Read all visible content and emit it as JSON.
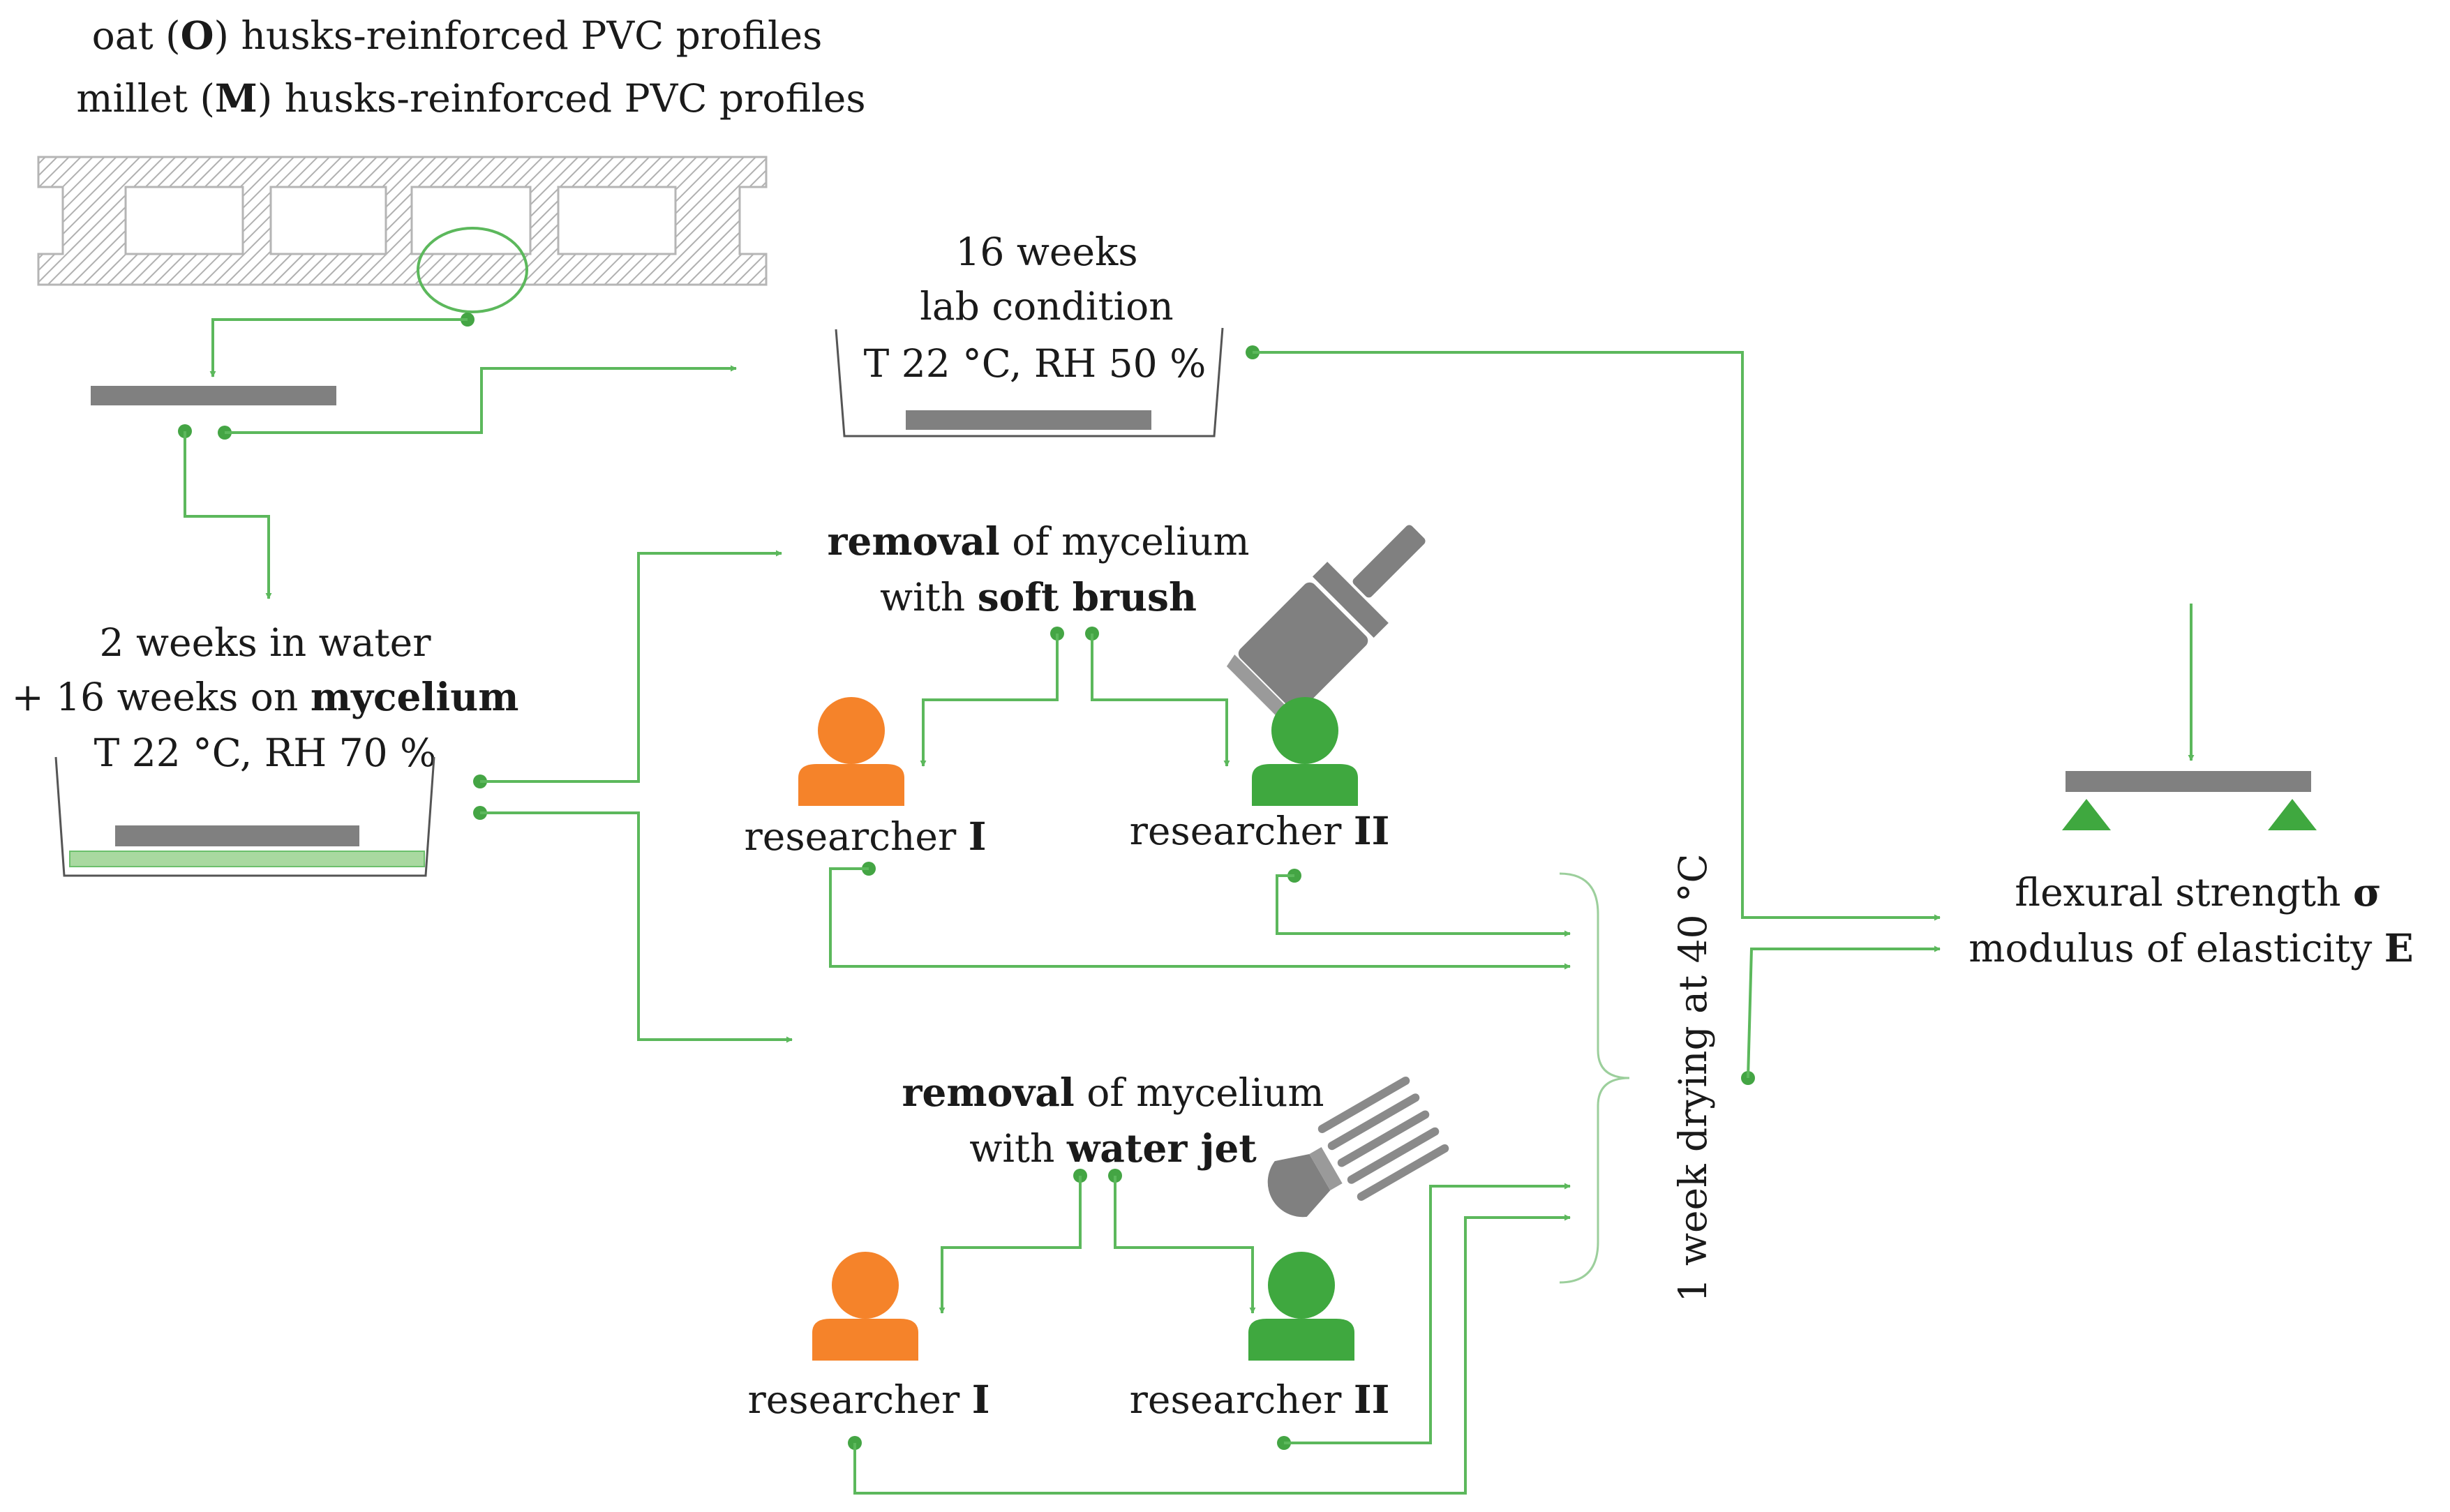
{
  "title": {
    "line1": {
      "a": "oat (",
      "bold": "O",
      "b": ") husks-reinforced PVC profiles"
    },
    "line2": {
      "a": "millet (",
      "bold": "M",
      "b": ") husks-reinforced PVC profiles"
    }
  },
  "lab": {
    "line1": "16 weeks",
    "line2": "lab condition",
    "line3": "T 22 °C, RH 50 %"
  },
  "mycelium": {
    "line1": "2 weeks in water",
    "line2_a": "+ 16 weeks on ",
    "line2_bold": "mycelium",
    "line3": "T 22 °C, RH 70 %"
  },
  "brush": {
    "line1_bold": "removal",
    "line1_b": " of mycelium",
    "line2_a": "with ",
    "line2_bold": "soft brush"
  },
  "waterjet": {
    "line1_bold": "removal",
    "line1_b": " of mycelium",
    "line2_a": "with ",
    "line2_bold": "water jet"
  },
  "researchers": {
    "prefix": "researcher ",
    "one": "I",
    "two": "II"
  },
  "drying": "1 week drying at 40 °C",
  "result": {
    "line1_a": "flexural strength ",
    "line1_bold": "σ",
    "line2_a": "modulus of elasticity ",
    "line2_bold": "E"
  },
  "colors": {
    "flow": "#5cb85c",
    "researcher_one": "#f5832a",
    "researcher_two": "#3fa83f",
    "specimen": "#808080",
    "mycelium_layer": "#a9d9a0"
  },
  "icons": [
    "profile-cross-section",
    "specimen-bar",
    "tray",
    "paint-brush-icon",
    "water-jet-nozzle-icon",
    "person-icon",
    "three-point-bending-icon"
  ]
}
